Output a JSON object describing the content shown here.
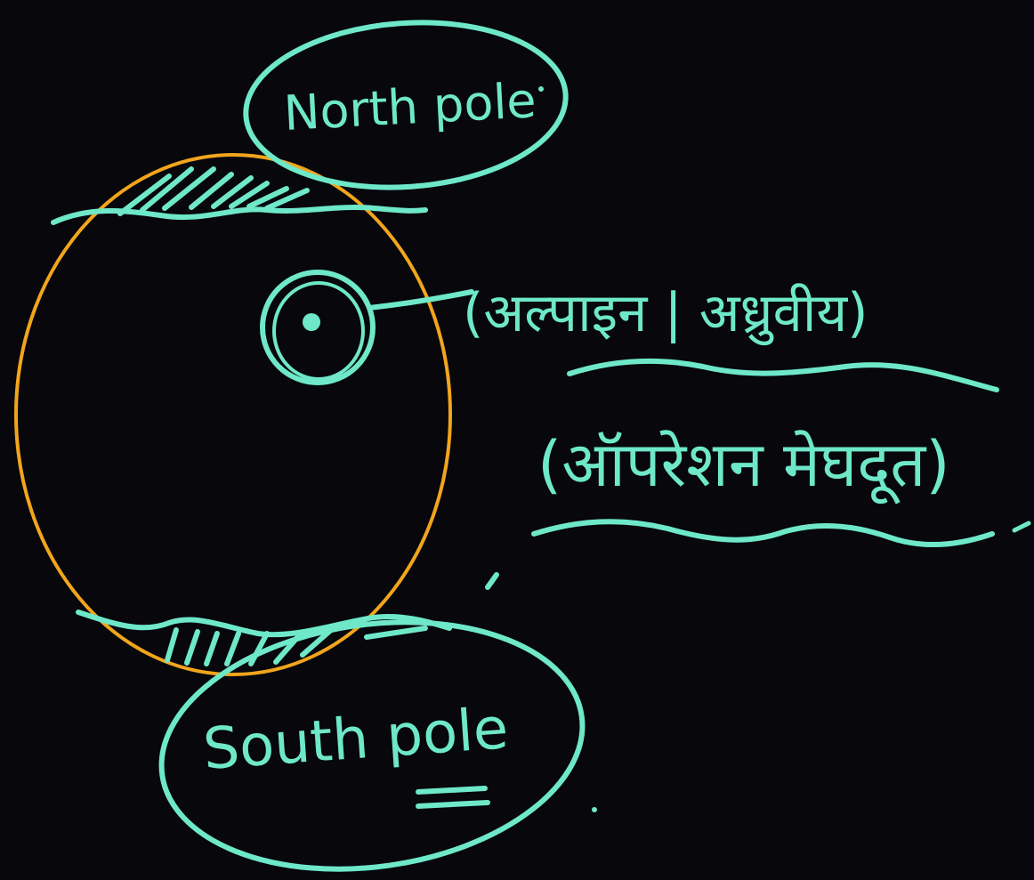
{
  "colors": {
    "background": "#07070c",
    "ink": "#6ee8c8",
    "globe": "#f2a51c"
  },
  "labels": {
    "north_pole": "North pole",
    "south_pole": "South pole",
    "callout_line1": "(अल्पाइन | अध्रुवीय)",
    "callout_line2": "(ऑपरेशन मेघदूत)"
  }
}
